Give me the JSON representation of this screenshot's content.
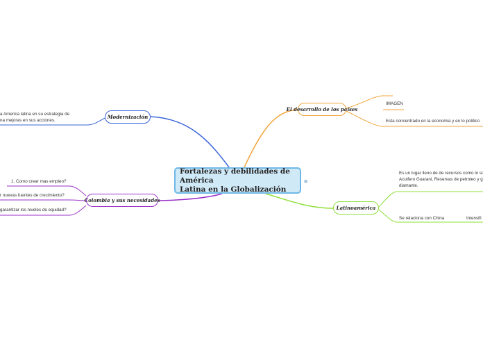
{
  "central": {
    "line1": "Fortalezas y debilidades de América",
    "line2": "Latina en la Globalización",
    "icon": "list-icon"
  },
  "branches": {
    "modernizacion": {
      "label": "Modernización",
      "color": "#3a64d8",
      "leaf_line1": "a America latina en su estrategia de",
      "leaf_line2": "na mejoras en sus acciones."
    },
    "desarrollo": {
      "label": "El desarrollo de los países",
      "color": "#f2a43a",
      "leaves": [
        "IMAGEN",
        "Esta concentrado en la economia y en lo politico"
      ]
    },
    "latinoamerica": {
      "label": "Latinoamérica",
      "color": "#8ee03a",
      "leaf1_line1": "Es un lugar lleno de de recursos como lo so",
      "leaf1_line2": "Acuifero Guarani, Reservas de petroleo y ga",
      "leaf1_line3": "diamante.",
      "leaf2": "Se relaciona con China",
      "leaf2_child": "Intensifi"
    },
    "colombia": {
      "label": "Colombia y sus necesidades",
      "color": "#9a2fc9",
      "leaves": [
        "1. Como crear mas empleo?",
        "r nuevas fuentes de crecimiento?",
        "garantizar los niveles de equidad?"
      ]
    }
  }
}
